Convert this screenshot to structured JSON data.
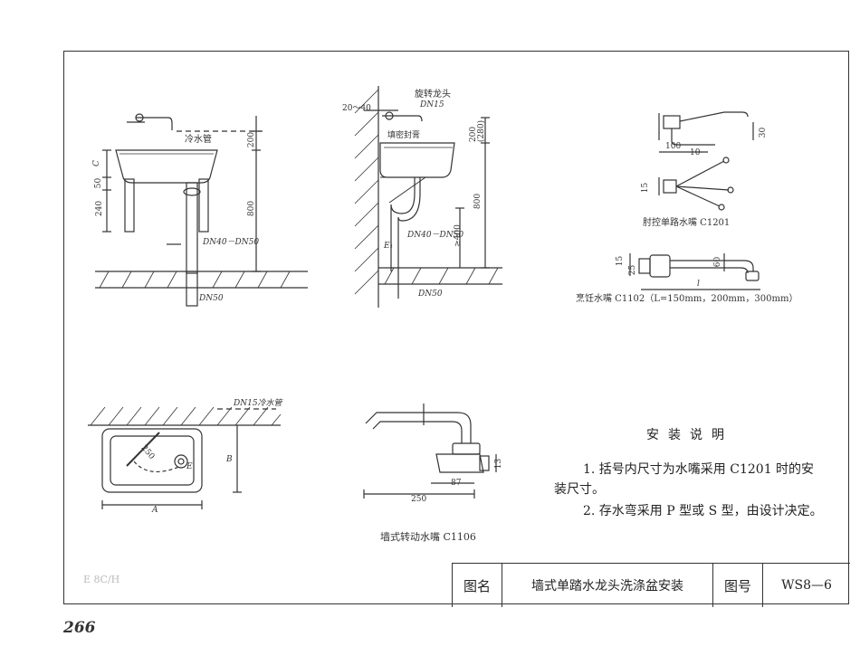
{
  "labels": {
    "cold_water_pipe": "冷水管",
    "dn40_dn50_left": "DN40－DN50",
    "dn50_left": "DN50",
    "dim_200": "200",
    "dim_800_left": "800",
    "dim_c": "C",
    "dim_50": "50",
    "dim_240": "240",
    "rotary_tap": "旋转龙头",
    "dn15": "DN15",
    "dim_20_40": "20～40",
    "sealant": "填密封膏",
    "dim_200_280": "200\n(280)",
    "dim_800_mid": "800",
    "dn40_dn50_mid": "DN40－DN50",
    "dim_ge400": "≥400",
    "dn50_mid": "DN50",
    "dim_e1": "E₁",
    "elbow_tap": "肘控单路水嘴 C1201",
    "dim_100": "100",
    "dim_10": "10",
    "dim_30": "30",
    "dim_15_elbow": "15",
    "cooking_tap": "烹饪水嘴 C1102（L=150mm，200mm，300mm）",
    "dim_15_cook": "15",
    "dim_25": "25",
    "dim_60": "60",
    "dim_l": "l",
    "dn15_cold": "DN15冷水管",
    "dim_250_plan": "250",
    "dim_b": "B",
    "dim_a": "A",
    "dim_e": "E",
    "wall_tap_250": "250",
    "wall_tap_87": "87",
    "wall_tap_13": "13",
    "wall_tap_caption": "墙式转动水嘴 C1106",
    "stamp_text": "E 8C/H"
  },
  "notes": {
    "title": "安装说明",
    "item1": "1. 括号内尺寸为水嘴采用 C1201 时的安装尺寸。",
    "item2": "2. 存水弯采用 P 型或 S 型，由设计决定。"
  },
  "title_block": {
    "name_label": "图名",
    "name": "墙式单踏水龙头洗涤盆安装",
    "number_label": "图号",
    "number": "WS8—6"
  },
  "page_number": "266"
}
